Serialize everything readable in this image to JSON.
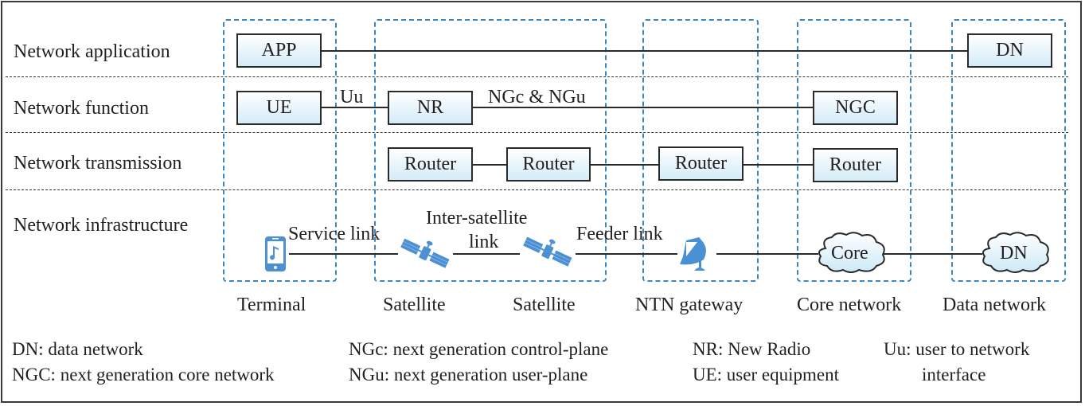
{
  "layers": [
    {
      "label": "Network application"
    },
    {
      "label": "Network function"
    },
    {
      "label": "Network transmission"
    },
    {
      "label": "Network infrastructure"
    }
  ],
  "columns": [
    {
      "label": "Terminal"
    },
    {
      "label": "Satellite"
    },
    {
      "label": "Satellite"
    },
    {
      "label": "NTN gateway"
    },
    {
      "label": "Core network"
    },
    {
      "label": "Data network"
    }
  ],
  "nodes": {
    "app": "APP",
    "dn_app": "DN",
    "ue": "UE",
    "nr": "NR",
    "ngc": "NGC",
    "router1": "Router",
    "router2": "Router",
    "router3": "Router",
    "router4": "Router",
    "core_cloud": "Core",
    "dn_cloud": "DN"
  },
  "links": {
    "uu": "Uu",
    "ngc_ngu": "NGc & NGu",
    "service_link": "Service link",
    "inter_satellite_line1": "Inter-satellite",
    "inter_satellite_line2": "link",
    "feeder_link": "Feeder link"
  },
  "icons": {
    "terminal": "smartphone-icon",
    "satellite": "satellite-icon",
    "gateway": "satellite-dish-icon",
    "cloud": "cloud-icon",
    "icon_color": "#4a90d2"
  },
  "legend": [
    {
      "text": "DN: data network"
    },
    {
      "text": "NGC: next generation core network"
    },
    {
      "text": "NGc: next generation control-plane"
    },
    {
      "text": "NGu: next generation user-plane"
    },
    {
      "text": "NR: New Radio"
    },
    {
      "text": "UE: user equipment"
    },
    {
      "text": "Uu: user to network"
    },
    {
      "text": "interface"
    }
  ]
}
